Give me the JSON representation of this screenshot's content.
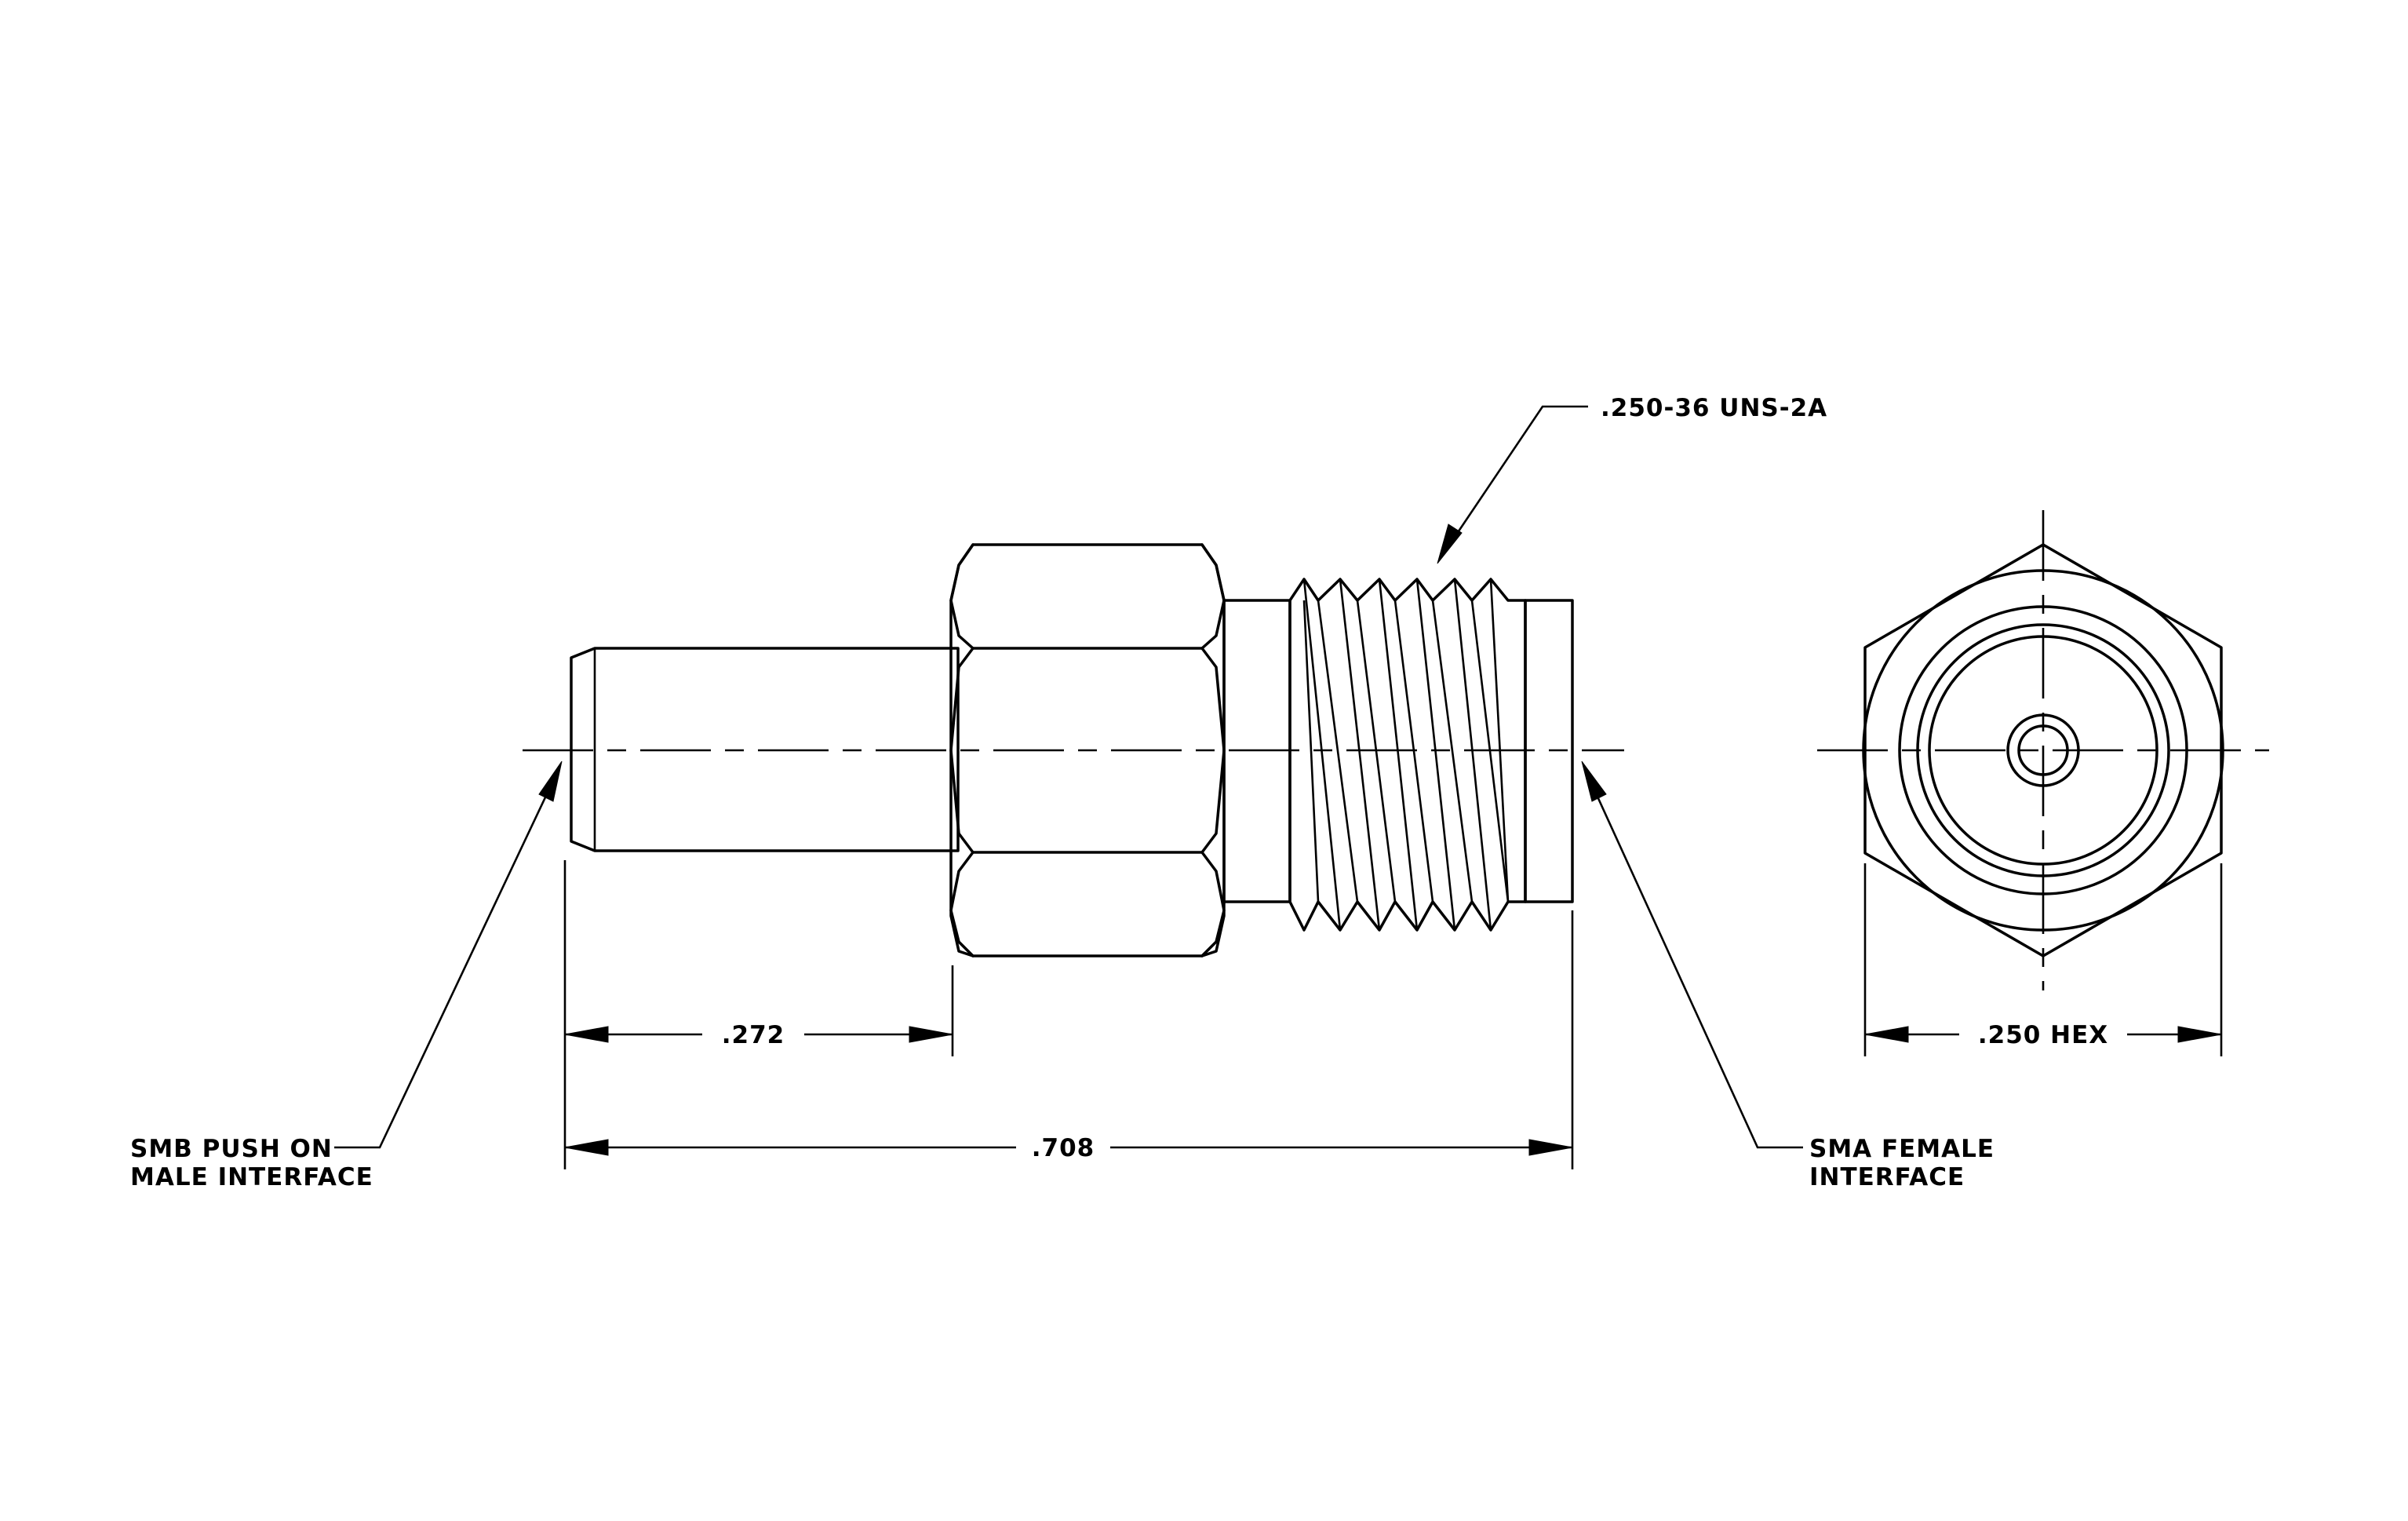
{
  "annotations": {
    "thread_callout": ".250-36 UNS-2A",
    "smb_label_line1": "SMB PUSH ON",
    "smb_label_line2": "MALE INTERFACE",
    "sma_label_line1": "SMA FEMALE",
    "sma_label_line2": "INTERFACE"
  },
  "dimensions": {
    "body_to_hex": ".272",
    "overall_length": ".708",
    "hex_size": ".250 HEX"
  },
  "colors": {
    "line": "#000000",
    "background": "#ffffff"
  }
}
